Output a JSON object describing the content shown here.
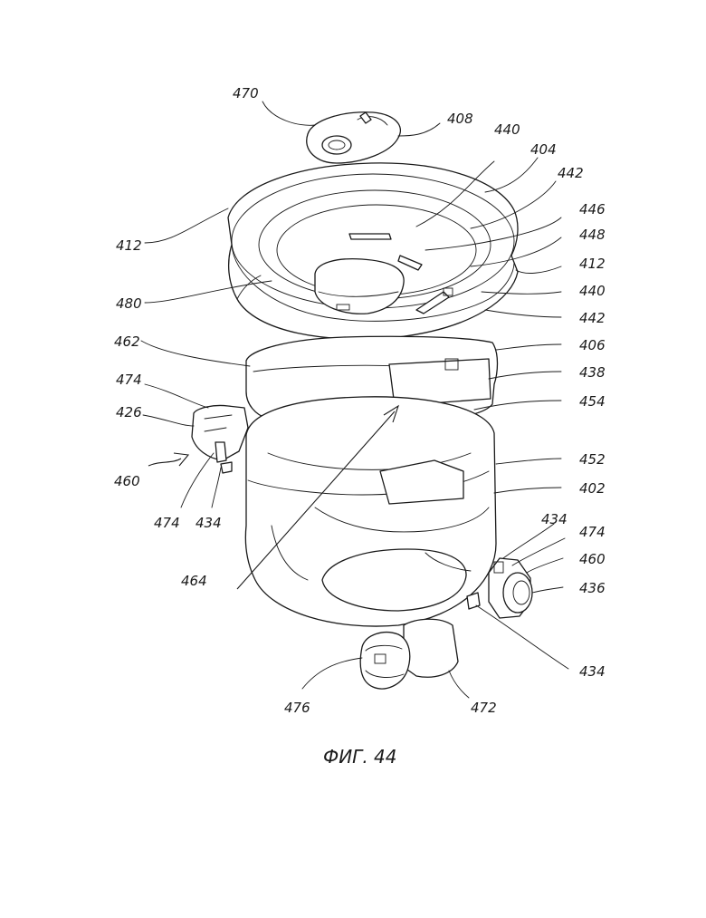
{
  "figure": {
    "caption": "ФИГ. 44"
  },
  "reference_labels": [
    "470",
    "408",
    "440",
    "404",
    "442",
    "446",
    "448",
    "412",
    "440",
    "442",
    "412",
    "480",
    "462",
    "406",
    "438",
    "474",
    "426",
    "454",
    "460",
    "452",
    "402",
    "474",
    "434",
    "434",
    "474",
    "460",
    "436",
    "464",
    "434",
    "476",
    "472"
  ]
}
